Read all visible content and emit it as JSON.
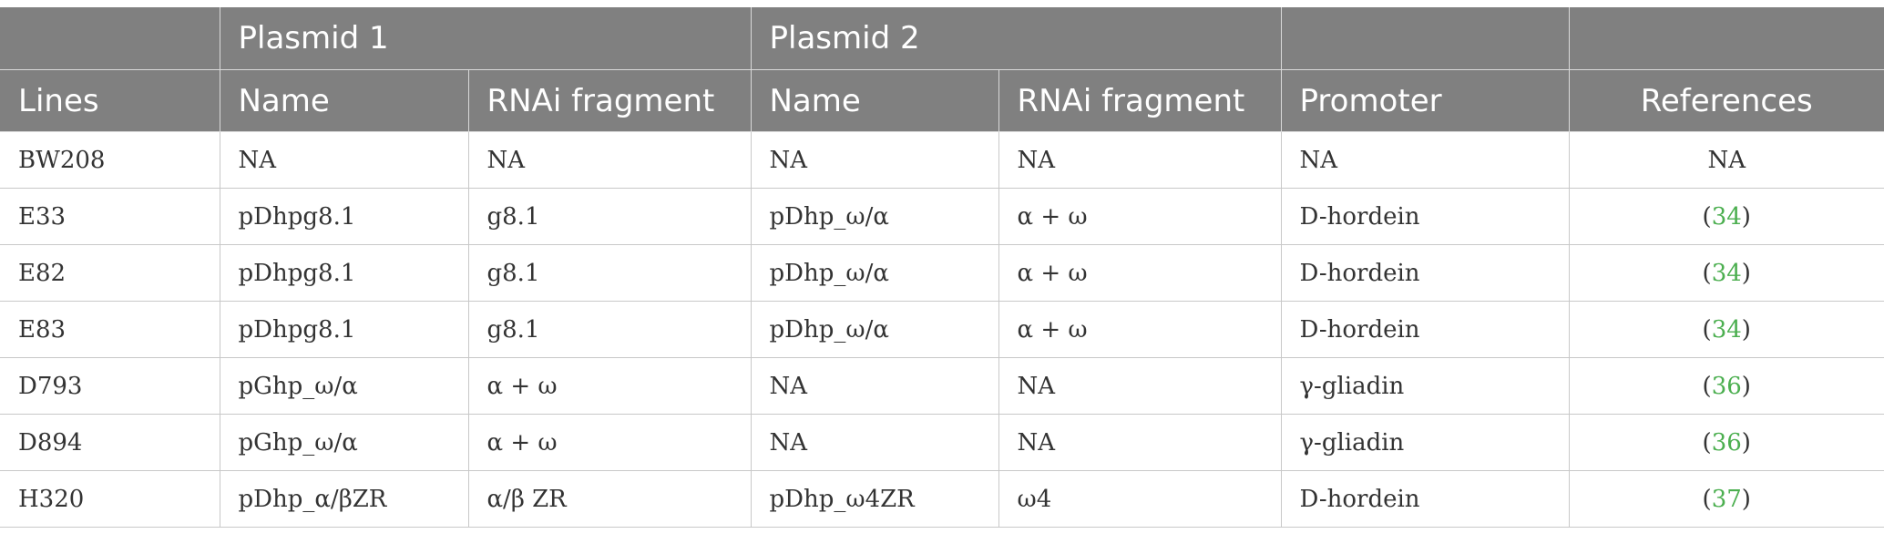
{
  "header_groups": {
    "plasmid1": "Plasmid 1",
    "plasmid2": "Plasmid 2"
  },
  "columns": [
    "Lines",
    "Name",
    "RNAi fragment",
    "Name",
    "RNAi fragment",
    "Promoter",
    "References"
  ],
  "rows": [
    {
      "line": "BW208",
      "p1_name": "NA",
      "p1_frag": "NA",
      "p2_name": "NA",
      "p2_frag": "NA",
      "promoter": "NA",
      "ref": "NA",
      "ref_is_link": false
    },
    {
      "line": "E33",
      "p1_name": "pDhpg8.1",
      "p1_frag": "g8.1",
      "p2_name": "pDhp_ω/α",
      "p2_frag": "α + ω",
      "promoter": "D-hordein",
      "ref": "34",
      "ref_is_link": true
    },
    {
      "line": "E82",
      "p1_name": "pDhpg8.1",
      "p1_frag": "g8.1",
      "p2_name": "pDhp_ω/α",
      "p2_frag": "α + ω",
      "promoter": "D-hordein",
      "ref": "34",
      "ref_is_link": true
    },
    {
      "line": "E83",
      "p1_name": "pDhpg8.1",
      "p1_frag": "g8.1",
      "p2_name": "pDhp_ω/α",
      "p2_frag": "α + ω",
      "promoter": "D-hordein",
      "ref": "34",
      "ref_is_link": true
    },
    {
      "line": "D793",
      "p1_name": "pGhp_ω/α",
      "p1_frag": "α + ω",
      "p2_name": "NA",
      "p2_frag": "NA",
      "promoter": "γ-gliadin",
      "ref": "36",
      "ref_is_link": true
    },
    {
      "line": "D894",
      "p1_name": "pGhp_ω/α",
      "p1_frag": "α + ω",
      "p2_name": "NA",
      "p2_frag": "NA",
      "promoter": "γ-gliadin",
      "ref": "36",
      "ref_is_link": true
    },
    {
      "line": "H320",
      "p1_name": "pDhp_α/βZR",
      "p1_frag": "α/β ZR",
      "p2_name": "pDhp_ω4ZR",
      "p2_frag": "ω4",
      "promoter": "D-hordein",
      "ref": "37",
      "ref_is_link": true
    }
  ],
  "colors": {
    "header_bg": "#808080",
    "reference_link": "#4caf50"
  }
}
